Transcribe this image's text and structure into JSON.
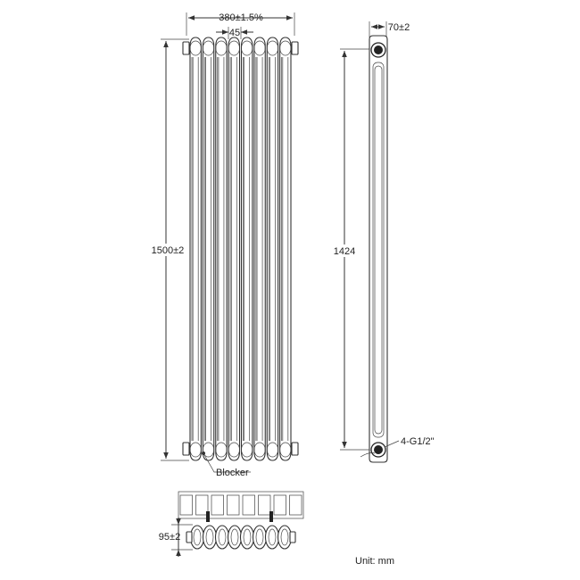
{
  "front_view": {
    "width_label": "380±1.5%",
    "pitch_label": "45",
    "height_label": "1500±2",
    "blocker_label": "Blocker",
    "column_count": 8
  },
  "side_view": {
    "depth_label": "70±2",
    "centres_label": "1424",
    "connection_label": "4-G1/2\""
  },
  "top_view": {
    "depth_label": "95±2"
  },
  "unit_label": "Unit: mm"
}
